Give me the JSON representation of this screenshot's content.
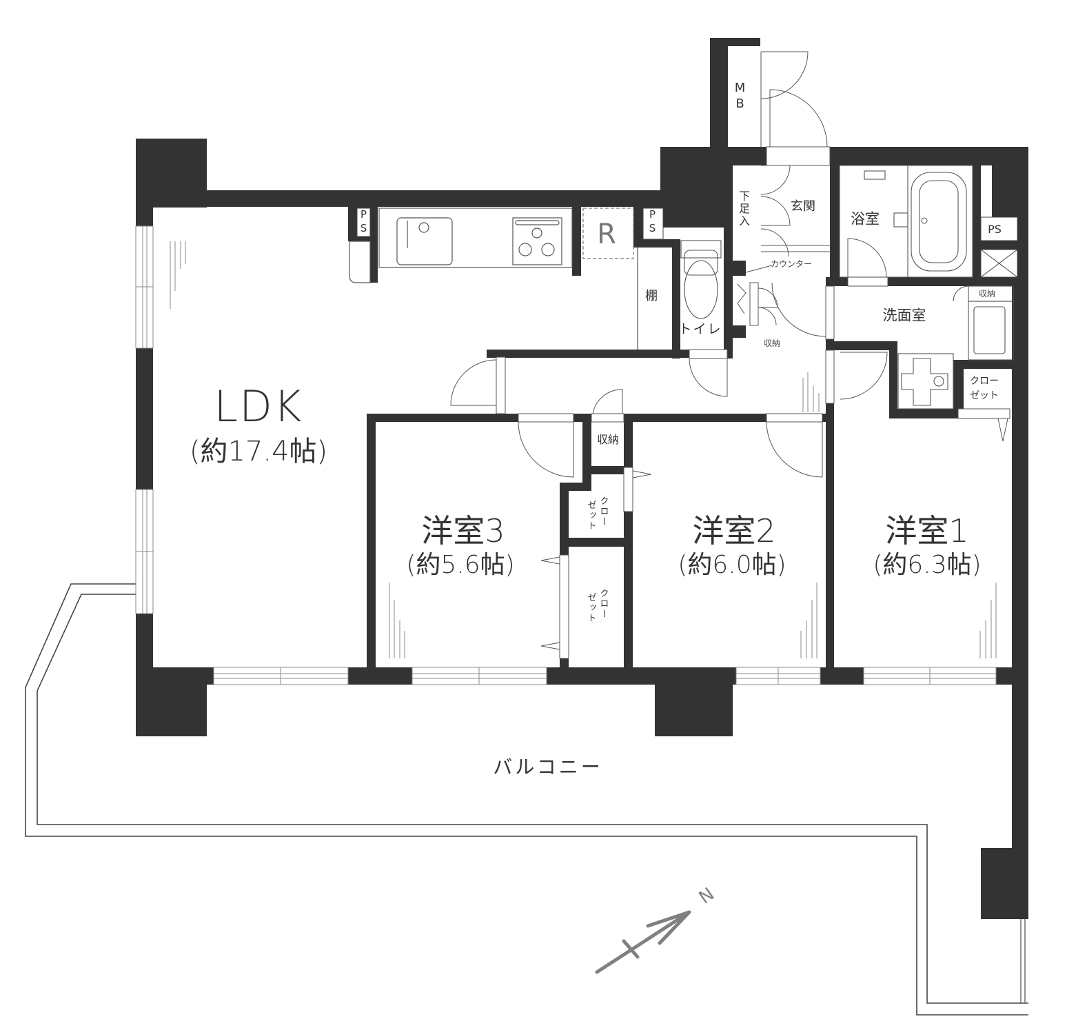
{
  "plan": {
    "rooms": {
      "ldk": {
        "name": "LDK",
        "area": "(約17.4帖)"
      },
      "room3": {
        "name": "洋室3",
        "area": "(約5.6帖)"
      },
      "room2": {
        "name": "洋室2",
        "area": "(約6.0帖)"
      },
      "room1": {
        "name": "洋室1",
        "area": "(約6.3帖)"
      },
      "balcony": {
        "name": "バルコニー"
      },
      "entrance": {
        "name": "玄関"
      },
      "bathroom": {
        "name": "浴室"
      },
      "washroom": {
        "name": "洗面室"
      },
      "toilet": {
        "name": "トイレ"
      }
    },
    "fixtures": {
      "meter_box": "MB",
      "shoe_cabinet": "下足入",
      "counter": "カウンター",
      "shelf": "棚",
      "refrigerator": "R",
      "ps_kitchen": "PS",
      "ps_toilet": "PS",
      "ps_bath": "PS",
      "storage_washroom": "収納",
      "storage_hall": "収納",
      "storage_between_rooms": "収納",
      "closet_room1": {
        "line1": "クロー",
        "line2": "ゼット"
      },
      "closet_upper": {
        "line1": "クロー",
        "line2": "ゼット"
      },
      "closet_lower": {
        "line1": "クロー",
        "line2": "ゼット"
      }
    },
    "compass": {
      "label": "N"
    },
    "colors": {
      "wall": "#333333",
      "line": "#555555",
      "label": "#333333",
      "refrigerator_label": "#777777",
      "compass": "#808080"
    }
  }
}
